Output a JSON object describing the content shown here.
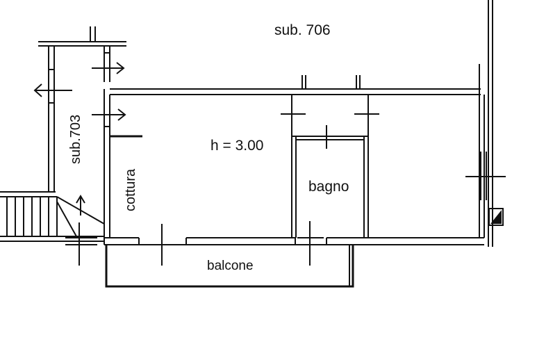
{
  "plan": {
    "labels": {
      "sub706": "sub. 706",
      "sub703": "sub.703",
      "height": "h = 3.00",
      "cottura": "cottura",
      "bagno": "bagno",
      "balcone": "balcone"
    },
    "colors": {
      "ink": "#111111",
      "paper": "#ffffff"
    }
  }
}
